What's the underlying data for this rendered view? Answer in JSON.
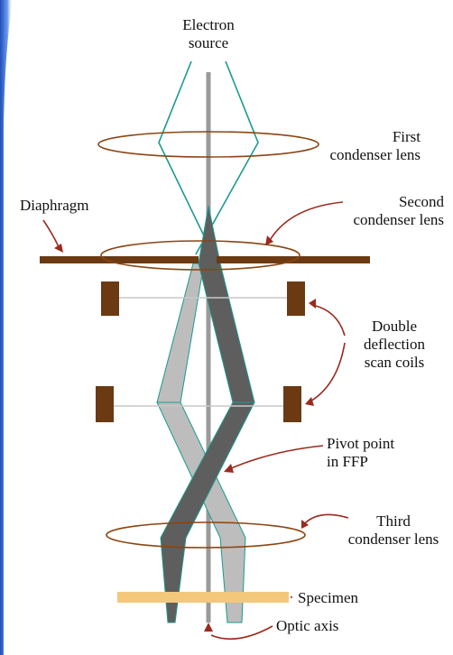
{
  "labels": {
    "electron_source": [
      "Electron",
      "source"
    ],
    "first_condenser": [
      "First",
      "condenser lens"
    ],
    "diaphragm": "Diaphragm",
    "second_condenser": [
      "Second",
      "condenser lens"
    ],
    "double_deflection": [
      "Double",
      "deflection",
      "scan coils"
    ],
    "pivot_point": [
      "Pivot point",
      "in FFP"
    ],
    "third_condenser": [
      "Third",
      "condenser lens"
    ],
    "specimen": "Specimen",
    "optic_axis": "Optic axis"
  },
  "colors": {
    "lens": "#8b4513",
    "diaphragm": "#6b3a12",
    "coil": "#6b3a12",
    "beam_ray": "#1a9b8e",
    "beam_dark": "#5e5e5e",
    "beam_light": "#bdbdbd",
    "axis": "#9a9a9a",
    "specimen": "#f3c87a",
    "arrow": "#9a2a1e",
    "left_bar": "#3b6fd6"
  }
}
